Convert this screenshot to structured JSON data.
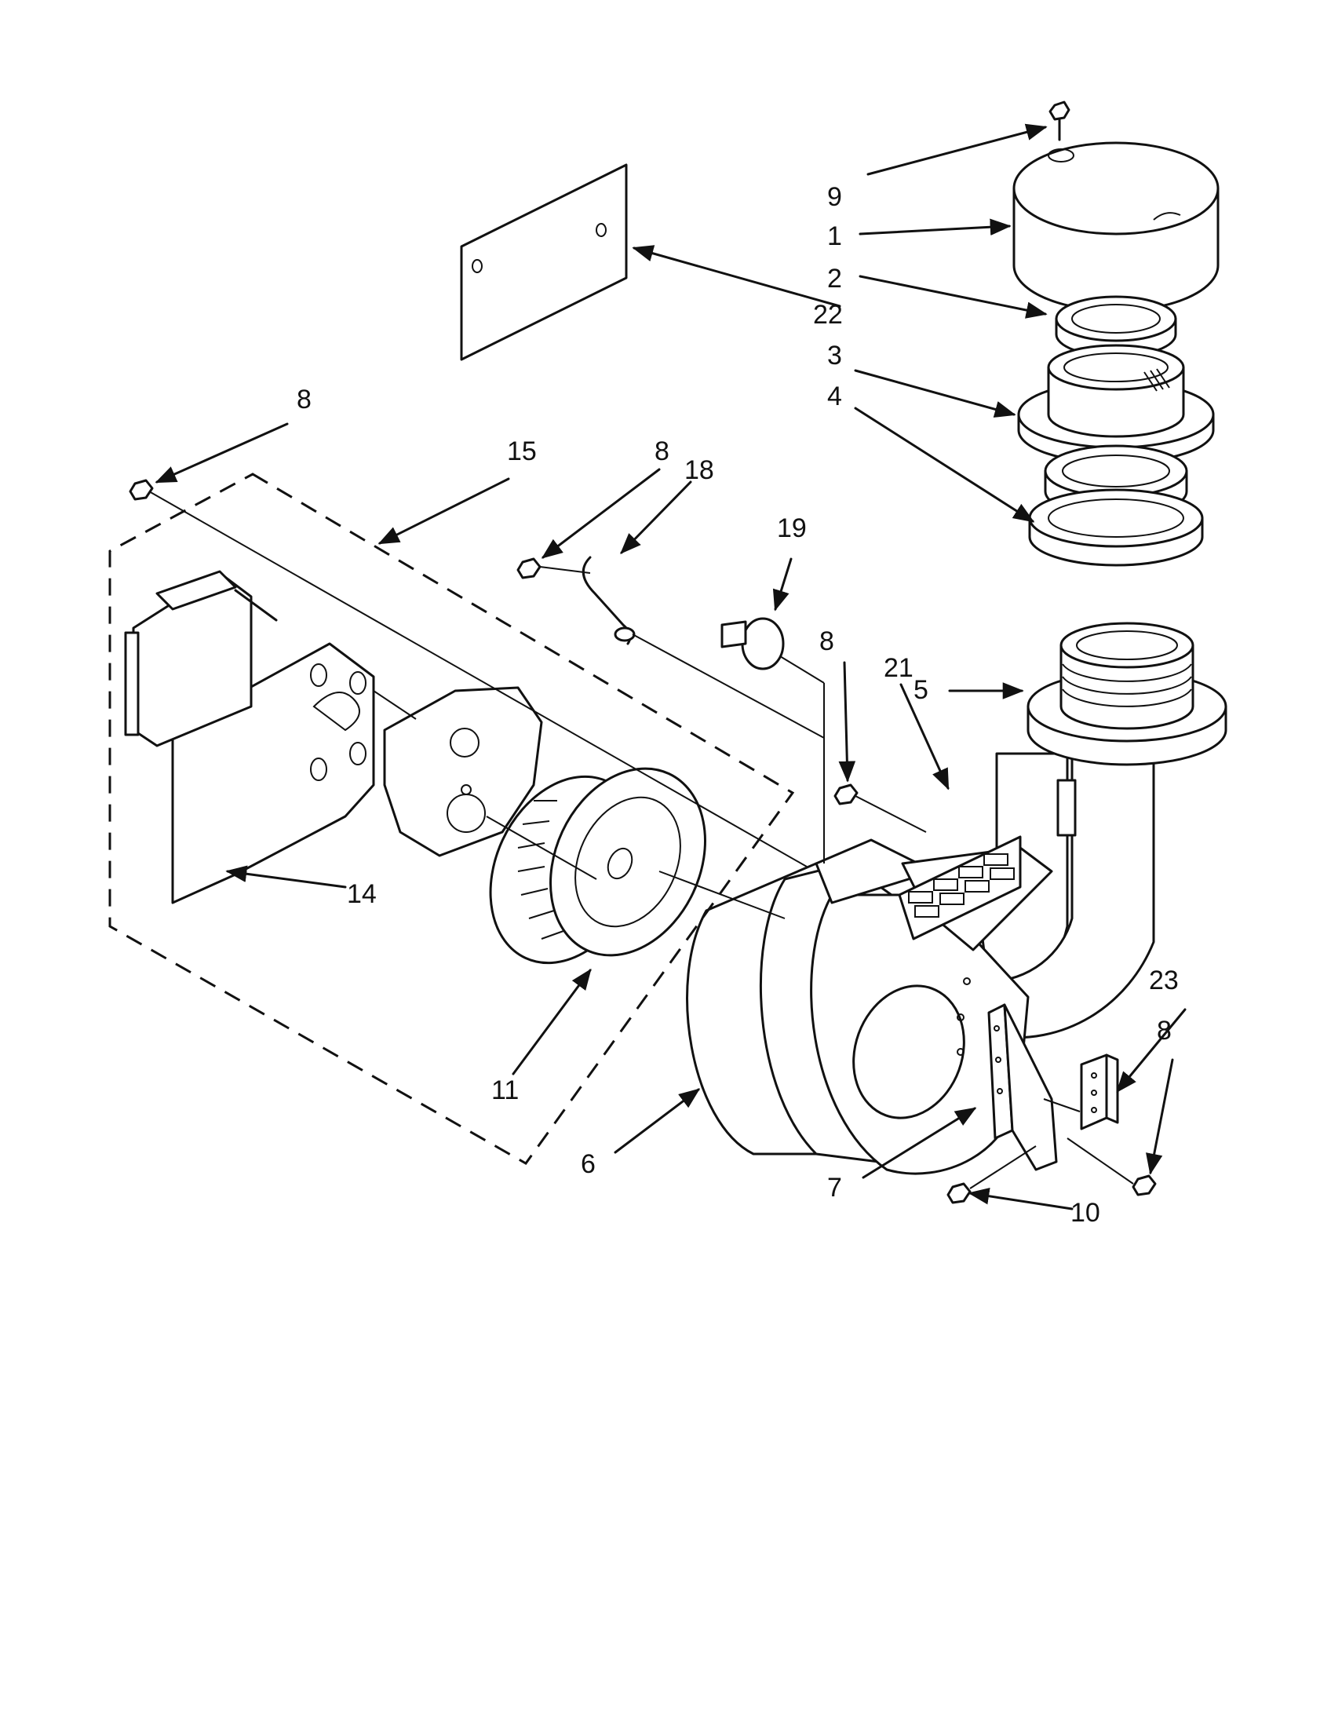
{
  "diagram": {
    "colors": {
      "ink": "#111111",
      "paper": "#ffffff"
    },
    "callouts": [
      {
        "id": "c9",
        "text": "9"
      },
      {
        "id": "c1",
        "text": "1"
      },
      {
        "id": "c2",
        "text": "2"
      },
      {
        "id": "c22",
        "text": "22"
      },
      {
        "id": "c3",
        "text": "3"
      },
      {
        "id": "c4",
        "text": "4"
      },
      {
        "id": "c8a",
        "text": "8"
      },
      {
        "id": "c15",
        "text": "15"
      },
      {
        "id": "c8b",
        "text": "8"
      },
      {
        "id": "c18",
        "text": "18"
      },
      {
        "id": "c19",
        "text": "19"
      },
      {
        "id": "c8c",
        "text": "8"
      },
      {
        "id": "c21",
        "text": "21"
      },
      {
        "id": "c5",
        "text": "5"
      },
      {
        "id": "c14",
        "text": "14"
      },
      {
        "id": "c11",
        "text": "11"
      },
      {
        "id": "c6",
        "text": "6"
      },
      {
        "id": "c7",
        "text": "7"
      },
      {
        "id": "c23",
        "text": "23"
      },
      {
        "id": "c8d",
        "text": "8"
      },
      {
        "id": "c10",
        "text": "10"
      }
    ]
  }
}
